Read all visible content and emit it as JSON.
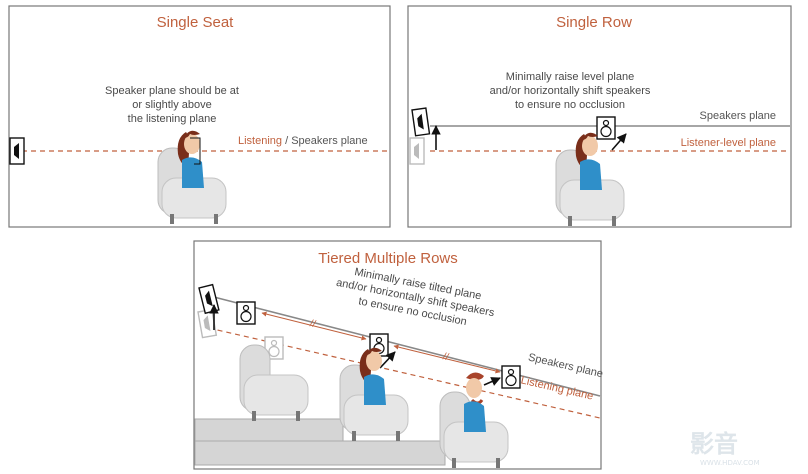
{
  "panels": {
    "single_seat": {
      "title": "Single Seat",
      "note": [
        "Speaker plane should be at",
        "or slightly above",
        "the listening plane"
      ],
      "plane_label_a": "Listening",
      "plane_label_sep": " / ",
      "plane_label_b": "Speakers plane"
    },
    "single_row": {
      "title": "Single Row",
      "note": [
        "Minimally raise level plane",
        "and/or horizontally shift speakers",
        "to ensure no occlusion"
      ],
      "speakers_label": "Speakers plane",
      "listener_label": "Listener-level plane"
    },
    "tiered_rows": {
      "title": "Tiered Multiple Rows",
      "note": [
        "Minimally raise tilted plane",
        "and/or horizontally shift speakers",
        "to ensure no occlusion"
      ],
      "speakers_label": "Speakers plane",
      "listening_label": "Listening plane"
    }
  },
  "watermark": {
    "main": "影音",
    "sub": "WWW.HDAV.COM"
  },
  "colors": {
    "accent": "#c0613e",
    "line_gray": "#888888",
    "seat": "#e2e2e2",
    "seat_shade": "#c8c8c8",
    "hair": "#7a2e1a",
    "shirt": "#2f8fc9",
    "skin": "#f1c9a8"
  }
}
